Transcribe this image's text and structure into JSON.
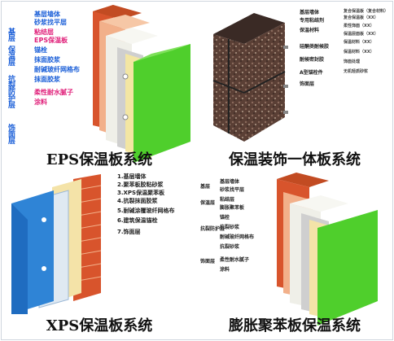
{
  "colors": {
    "label_blue": "#1b5fd8",
    "label_pink": "#e0207a",
    "brick_red": "#d8542c",
    "mortar_orange": "#f2b08a",
    "eps_white": "#eeeeea",
    "mesh_gray": "#c9c9c9",
    "finish_green": "#4fcf2c",
    "granite": "#6b4a3f",
    "xps_blue": "#2f84d6",
    "render_beige": "#f4e3a8"
  },
  "panels": {
    "eps": {
      "caption": "EPS保温板系统",
      "side_labels": [
        "基层",
        "保温层",
        "抗裂防护层",
        "饰面层"
      ],
      "layers": [
        {
          "label": "基层墙体",
          "color": "blue"
        },
        {
          "label": "砂浆找平层",
          "color": "blue"
        },
        {
          "label": "粘结层",
          "color": "pink"
        },
        {
          "label": "EPS保温板",
          "color": "pink"
        },
        {
          "label": "锚栓",
          "color": "blue"
        },
        {
          "label": "抹面胶浆",
          "color": "blue"
        },
        {
          "label": "耐碱玻纤网格布",
          "color": "blue"
        },
        {
          "label": "抹面胶浆",
          "color": "blue"
        },
        {
          "label": "柔性耐水腻子",
          "color": "pink"
        },
        {
          "label": "涂料",
          "color": "pink"
        }
      ]
    },
    "decor": {
      "caption": "保温装饰一体板系统",
      "layers": [
        "基层墙体",
        "专用粘结剂",
        "保温材料",
        "硅酮类耐候胶",
        "耐候密封胶",
        "A型锚栓件",
        "饰面层"
      ],
      "right_notes": [
        "复合保温板（复合材料）",
        "复合保温板（XX）",
        "柔性饰面（XX）",
        "保温层面板（XX）",
        "保温材料（XX）",
        "保温材料（XX）",
        "饰面处理",
        "无机轻质砂浆"
      ]
    },
    "xps": {
      "caption": "XPS保温板系统",
      "layers": [
        "1.基层墙体",
        "2.聚苯板胶粘砂浆",
        "3.XPS保温聚苯板",
        "4.抗裂抹面胶浆",
        "5.耐碱涂覆玻纤网格布",
        "6.建筑保温锚栓",
        "7.饰面层"
      ]
    },
    "bead": {
      "caption": "膨胀聚苯板保温系统",
      "right_labels": [
        "基层墙体",
        "砂浆找平层",
        "粘结层",
        "膨胀聚苯板",
        "锚栓",
        "抗裂砂浆",
        "耐碱玻纤网格布",
        "抗裂砂浆",
        "柔性耐水腻子",
        "涂料"
      ],
      "left_groups": [
        "基层",
        "保温层",
        "抗裂防护层",
        "饰面层"
      ]
    }
  }
}
